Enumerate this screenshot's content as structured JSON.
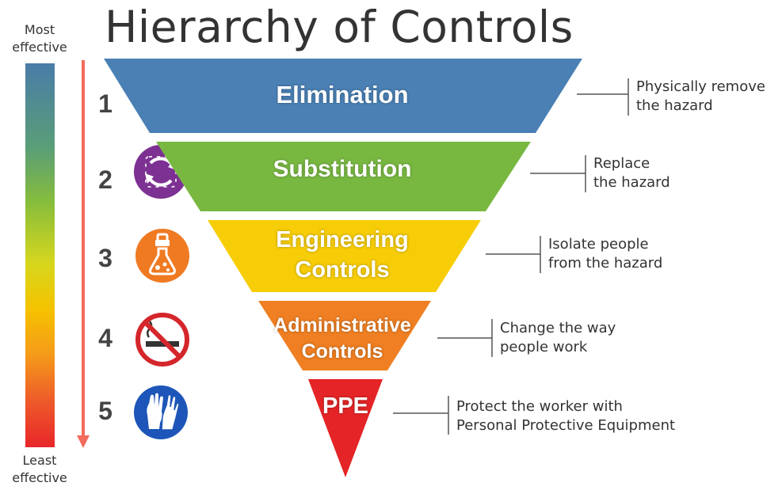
{
  "title": "Hierarchy of Controls",
  "scale": {
    "top_label": "Most\neffective",
    "top_l1": "Most",
    "top_l2": "effective",
    "bottom_l1": "Least",
    "bottom_l2": "effective"
  },
  "levels": [
    {
      "number": "1",
      "label_l1": "Elimination",
      "label_l2": "",
      "color": "#4a80b4",
      "icon": "no-entry-icon",
      "desc_l1": "Physically remove",
      "desc_l2": "the hazard"
    },
    {
      "number": "2",
      "label_l1": "Substitution",
      "label_l2": "",
      "color": "#78b841",
      "icon": "swap-cycle-icon",
      "desc_l1": "Replace",
      "desc_l2": "the hazard"
    },
    {
      "number": "3",
      "label_l1": "Engineering",
      "label_l2": "Controls",
      "color": "#f7cd07",
      "icon": "isolated-flask-icon",
      "desc_l1": "Isolate people",
      "desc_l2": "from the hazard"
    },
    {
      "number": "4",
      "label_l1": "Administrative",
      "label_l2": "Controls",
      "color": "#ef7f22",
      "icon": "no-smoking-icon",
      "desc_l1": "Change the way",
      "desc_l2": "people work"
    },
    {
      "number": "5",
      "label_l1": "PPE",
      "label_l2": "",
      "color": "#e42426",
      "icon": "gloves-icon",
      "desc_l1": "Protect the worker with",
      "desc_l2": "Personal Protective Equipment"
    }
  ]
}
